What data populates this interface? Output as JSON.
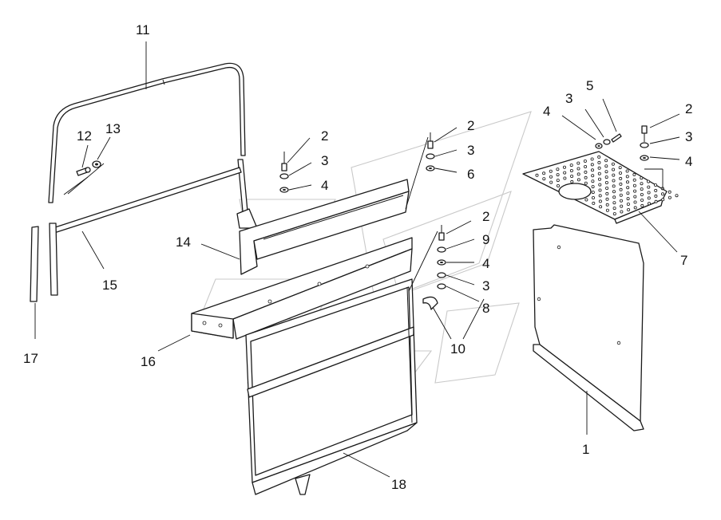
{
  "callouts": {
    "c1": "1",
    "c2a": "2",
    "c2b": "2",
    "c2c": "2",
    "c2d": "2",
    "c3a": "3",
    "c3b": "3",
    "c3c": "3",
    "c3d": "3",
    "c3e": "3",
    "c4a": "4",
    "c4b": "4",
    "c4c": "4",
    "c4d": "4",
    "c5": "5",
    "c6": "6",
    "c7": "7",
    "c8": "8",
    "c9": "9",
    "c10": "10",
    "c11": "11",
    "c12": "12",
    "c13": "13",
    "c14": "14",
    "c15": "15",
    "c16": "16",
    "c17": "17",
    "c18": "18"
  },
  "colors": {
    "line": "#1a1a1a",
    "watermark": "#c9c9c9",
    "background": "#ffffff"
  }
}
